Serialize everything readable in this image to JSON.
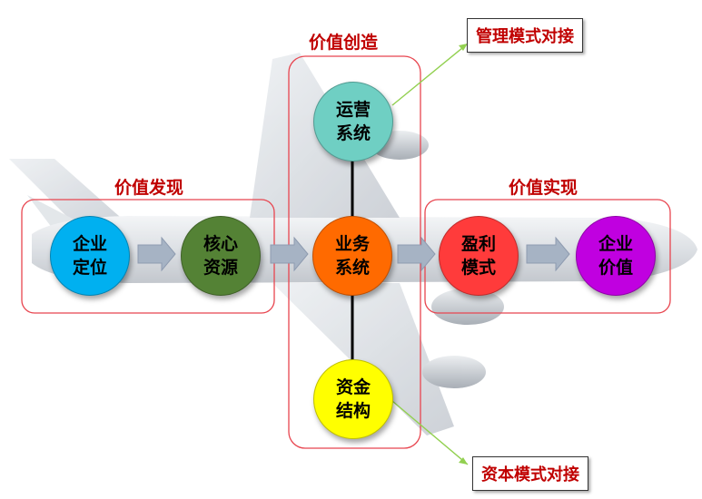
{
  "groups": {
    "discovery": "价值发现",
    "creation": "价值创造",
    "realization": "价值实现"
  },
  "nodes": {
    "positioning": {
      "line1": "企业",
      "line2": "定位",
      "color": "#00b0f0",
      "text_color": "#000000"
    },
    "resources": {
      "line1": "核心",
      "line2": "资源",
      "color": "#548235",
      "text_color": "#000000"
    },
    "operations": {
      "line1": "运营",
      "line2": "系统",
      "color": "#6fcfc3",
      "text_color": "#000000"
    },
    "business": {
      "line1": "业务",
      "line2": "系统",
      "color": "#ff6a00",
      "text_color": "#000000"
    },
    "capital": {
      "line1": "资金",
      "line2": "结构",
      "color": "#ffff00",
      "text_color": "#000000"
    },
    "profit": {
      "line1": "盈利",
      "line2": "模式",
      "color": "#ff3b3b",
      "text_color": "#000000"
    },
    "value": {
      "line1": "企业",
      "line2": "价值",
      "color": "#c000e0",
      "text_color": "#000000"
    }
  },
  "callouts": {
    "management": "管理模式对接",
    "capital_mode": "资本模式对接"
  },
  "colors": {
    "group_border": "#e8454f",
    "group_label": "#c00000",
    "callout_line": "#92d050",
    "arrow": "#a6b3c4"
  }
}
